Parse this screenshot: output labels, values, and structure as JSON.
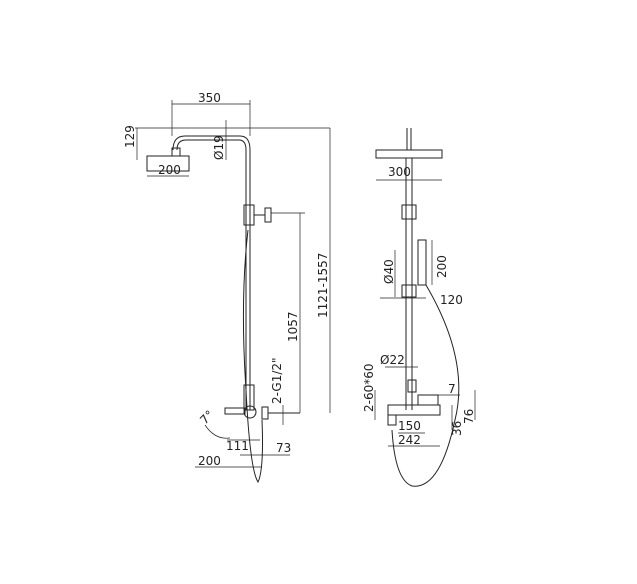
{
  "left_view": {
    "dims": {
      "arm_length": "350",
      "head_drop": "129",
      "pipe_diameter": "Ø19",
      "head_width": "200",
      "bracket_height": "1057",
      "total_height": "1121-1557",
      "inlet": "2-G1/2\"",
      "angle": "7°",
      "spout_offset": "111",
      "mixer_depth": "73",
      "spout_length": "200"
    }
  },
  "right_view": {
    "dims": {
      "head_width": "300",
      "hand_shower_length": "200",
      "hand_shower_diameter": "Ø40",
      "holder_offset": "120",
      "pipe_diameter": "Ø22",
      "flange": "2-60*60",
      "small_offset": "7",
      "mixer_height": "76",
      "spout_height": "36",
      "centers": "150",
      "mixer_width": "242"
    }
  }
}
